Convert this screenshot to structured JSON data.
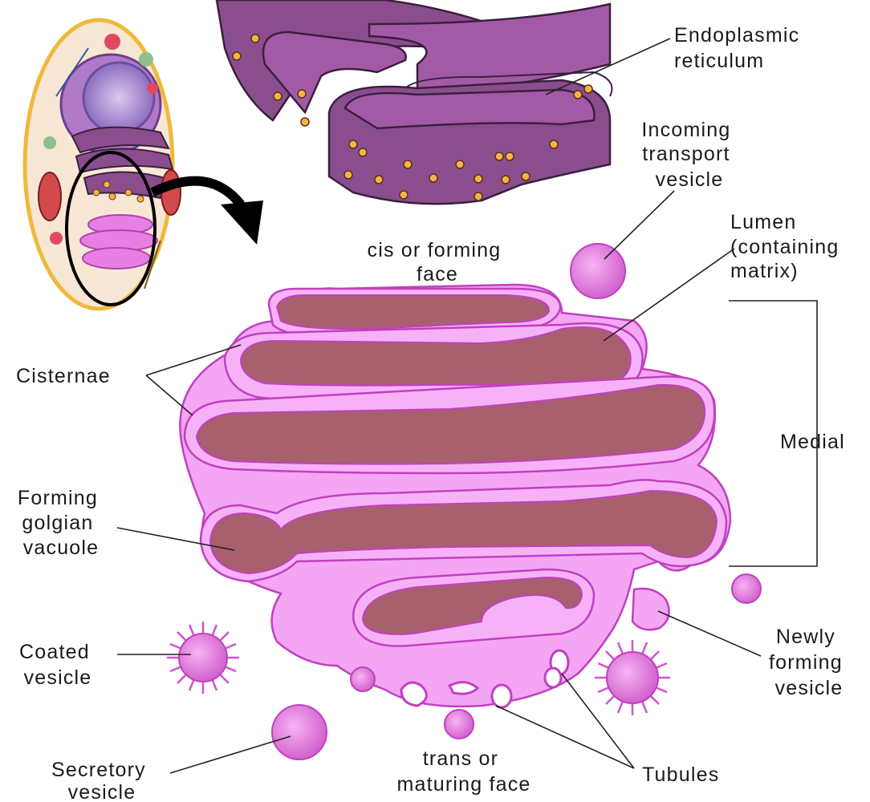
{
  "labels": {
    "endoplasmic_reticulum": [
      "Endoplasmic",
      "reticulum"
    ],
    "incoming_transport_vesicle": [
      "Incoming",
      "transport",
      "vesicle"
    ],
    "lumen": [
      "Lumen",
      "(containing",
      "matrix)"
    ],
    "cis_face": [
      "cis or forming",
      "face"
    ],
    "cisternae": [
      "Cisternae"
    ],
    "medial": [
      "Medial"
    ],
    "forming_golgian_vacuole": [
      "Forming",
      "golgian",
      "vacuole"
    ],
    "coated_vesicle": [
      "Coated",
      "vesicle"
    ],
    "newly_forming_vesicle": [
      "Newly",
      "forming",
      "vesicle"
    ],
    "secretory_vesicle": [
      "Secretory",
      "vesicle"
    ],
    "trans_face": [
      "trans or",
      "maturing face"
    ],
    "tubules": [
      "Tubules"
    ]
  },
  "colors": {
    "golgi_membrane": "#f4a6f4",
    "golgi_outline": "#c040c0",
    "golgi_lumen": "#a8606e",
    "er_fill": "#8a4e8e",
    "er_top": "#a35aa6",
    "er_outline": "#3c1e3e",
    "ribosome": "#f6b24a",
    "cell_cytoplasm": "#f7e7d4",
    "cell_wall": "#f0b93c",
    "nucleus": "#9a63b5",
    "mitochondria": "#d34a4a",
    "arrow": "#000000"
  }
}
